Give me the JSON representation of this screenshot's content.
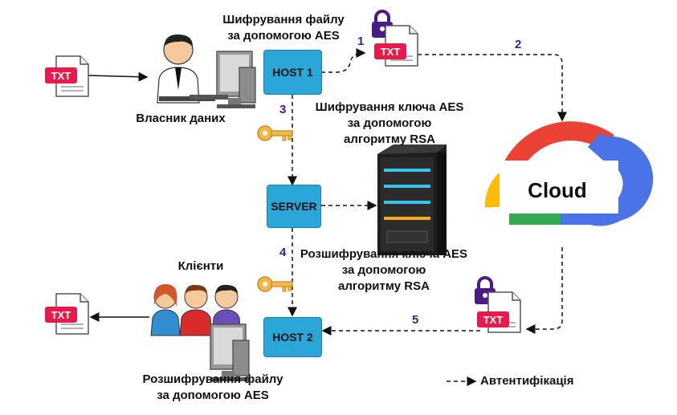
{
  "nodes": {
    "host1": "HOST 1",
    "server": "SERVER",
    "host2": "HOST 2"
  },
  "labels": {
    "encrypt_file_l1": "Шифрування файлу",
    "encrypt_file_l2": "за допомогою AES",
    "owner": "Власник даних",
    "encrypt_key_l1": "Шифрування ключа AES",
    "encrypt_key_l2": "за допомогою",
    "encrypt_key_l3": "алгоритму RSA",
    "decrypt_key_l1": "Розшифрування ключа AES",
    "decrypt_key_l2": "за допомогою",
    "decrypt_key_l3": "алгоритму RSA",
    "clients": "Клієнти",
    "decrypt_file_l1": "Розшифрування файлу",
    "decrypt_file_l2": "за допомогою AES",
    "cloud": "Cloud",
    "legend": "Автентифікація"
  },
  "steps": [
    "1",
    "2",
    "3",
    "4",
    "5"
  ],
  "file_label": "TXT",
  "colors": {
    "host_box": "#2aa6d9",
    "file_badge": "#e8194b",
    "lock": "#4b1a8a",
    "step_number": "#4b1a8a",
    "key": "#f2b84b",
    "cloud_red": "#ea4335",
    "cloud_yellow": "#fbbc05",
    "cloud_green": "#34a853",
    "cloud_blue": "#4a73e8"
  },
  "icons": [
    "txt-file-icon",
    "locked-txt-file-icon",
    "key-icon",
    "computer-icon",
    "person-icon",
    "server-rack-icon",
    "cloud-icon"
  ]
}
